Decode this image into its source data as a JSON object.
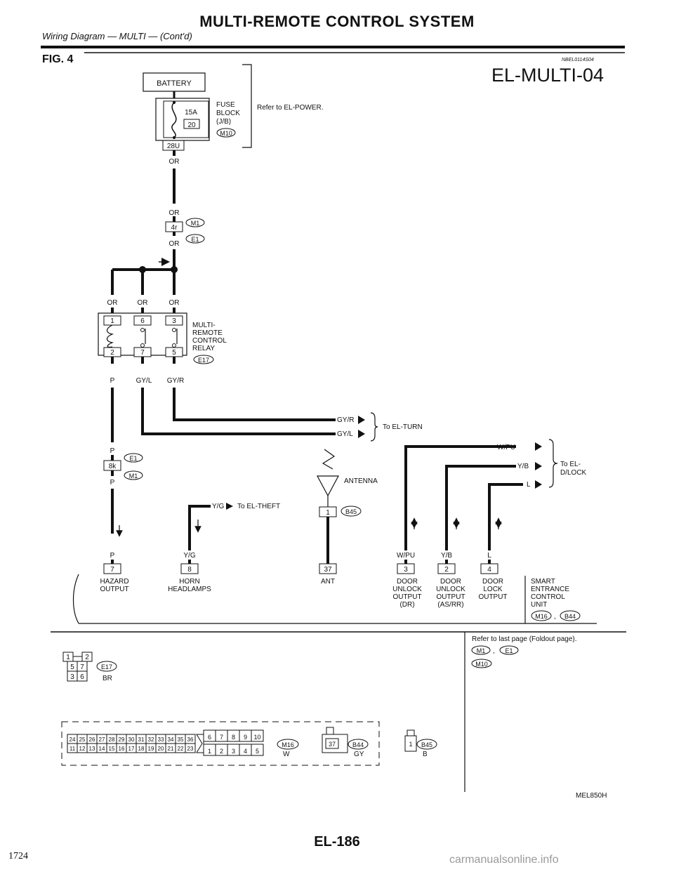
{
  "header": {
    "title": "MULTI-REMOTE CONTROL SYSTEM",
    "subtitle": "Wiring Diagram — MULTI — (Cont'd)",
    "fig_label": "FIG. 4",
    "doc_id": "NBEL0114S04",
    "diagram_id": "EL-MULTI-04"
  },
  "power": {
    "battery": "BATTERY",
    "fuse_amps": "15A",
    "fuse_no": "20",
    "fuse_block": [
      "FUSE",
      "BLOCK",
      "(J/B)"
    ],
    "fuse_block_conn": "M10",
    "fuse_terminal": "28U",
    "refer": "Refer to EL-POWER."
  },
  "joint": {
    "terminal": "4r",
    "conn_top": "M1",
    "conn_bottom": "E1"
  },
  "relay": {
    "name": [
      "MULTI-",
      "REMOTE",
      "CONTROL",
      "RELAY"
    ],
    "conn": "E17",
    "top_terminals": [
      "1",
      "6",
      "3"
    ],
    "bottom_terminals": [
      "2",
      "7",
      "5"
    ]
  },
  "wires": {
    "or": "OR",
    "p": "P",
    "gyl": "GY/L",
    "gyr": "GY/R",
    "yg": "Y/G",
    "wpu": "W/PU",
    "yb": "Y/B",
    "l": "L"
  },
  "hazard_joint": {
    "terminal": "8k",
    "conn_top": "E1",
    "conn_bottom": "M1"
  },
  "refs": {
    "to_turn": "To EL-TURN",
    "to_theft": "To EL-THEFT",
    "to_dlock": [
      "To EL-",
      "D/LOCK"
    ]
  },
  "antenna": {
    "label": "ANTENNA",
    "terminal": "1",
    "conn": "B45"
  },
  "unit_terminals": [
    {
      "no": "7",
      "label": [
        "HAZARD",
        "OUTPUT"
      ]
    },
    {
      "no": "8",
      "label": [
        "HORN",
        "HEADLAMPS"
      ]
    },
    {
      "no": "37",
      "label": [
        "ANT"
      ]
    },
    {
      "no": "3",
      "label": [
        "DOOR",
        "UNLOCK",
        "OUTPUT",
        "(DR)"
      ]
    },
    {
      "no": "2",
      "label": [
        "DOOR",
        "UNLOCK",
        "OUTPUT",
        "(AS/RR)"
      ]
    },
    {
      "no": "4",
      "label": [
        "DOOR",
        "LOCK",
        "OUTPUT"
      ]
    }
  ],
  "smart_unit": {
    "name": [
      "SMART",
      "ENTRANCE",
      "CONTROL",
      "UNIT"
    ],
    "conn1": "M16",
    "conn2": "B44",
    "sep": ","
  },
  "footer_refs": {
    "text": "Refer to last page (Foldout page).",
    "conn1": "M1",
    "conn2": "E1",
    "conn3": "M10",
    "sep": ","
  },
  "connectors": {
    "e17": {
      "id": "E17",
      "color": "BR",
      "top": [
        "1",
        "2"
      ],
      "mid": [
        "5",
        "7"
      ],
      "bot": [
        "3",
        "6"
      ]
    },
    "m16": {
      "id": "M16",
      "color": "W",
      "row1": [
        "24",
        "25",
        "26",
        "27",
        "28",
        "29",
        "30",
        "31",
        "32",
        "33",
        "34",
        "35",
        "36"
      ],
      "row2": [
        "11",
        "12",
        "13",
        "14",
        "15",
        "16",
        "17",
        "18",
        "19",
        "20",
        "21",
        "22",
        "23"
      ],
      "small_top": [
        "6",
        "7",
        "8",
        "9",
        "10"
      ],
      "small_bot": [
        "1",
        "2",
        "3",
        "4",
        "5"
      ]
    },
    "b44": {
      "id": "B44",
      "color": "GY",
      "term": "37"
    },
    "b45": {
      "id": "B45",
      "color": "B",
      "term": "1"
    }
  },
  "footer": {
    "figure_code": "MEL850H",
    "page_number": "EL-186",
    "manual_page": "1724",
    "watermark": "carmanualsonline.info"
  }
}
